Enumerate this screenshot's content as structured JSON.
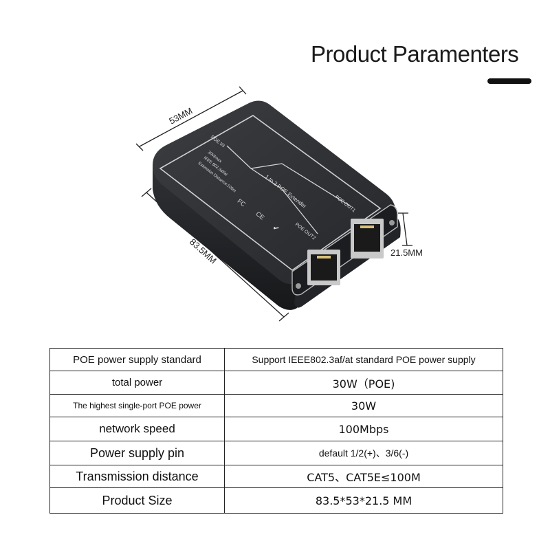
{
  "header": {
    "title": "Product Paramenters"
  },
  "product": {
    "dimensions": {
      "width": "53MM",
      "length": "83.5MM",
      "height": "21.5MM"
    },
    "device_labels": {
      "poe_in": "POE IN",
      "power_line1": "30Wmax",
      "power_line2": "IEEE 802.3af/at",
      "power_line3": "Extension Distance:100m",
      "center": "1 to 2 POE Extender",
      "out1": "POE OUT1",
      "out2": "POE OUT2"
    }
  },
  "specs": [
    {
      "label": "POE power supply standard",
      "value": "Support IEEE802.3af/at standard POE power supply"
    },
    {
      "label": "total power",
      "value": "30W（POE)"
    },
    {
      "label": "The highest single-port POE power",
      "value": "30W"
    },
    {
      "label": "network speed",
      "value": "100Mbps"
    },
    {
      "label": "Power supply pin",
      "value": "default 1/2(+)、3/6(-)"
    },
    {
      "label": "Transmission distance",
      "value": "CAT5、CAT5E≤100M"
    },
    {
      "label": "Product Size",
      "value": "83.5*53*21.5 MM"
    }
  ]
}
